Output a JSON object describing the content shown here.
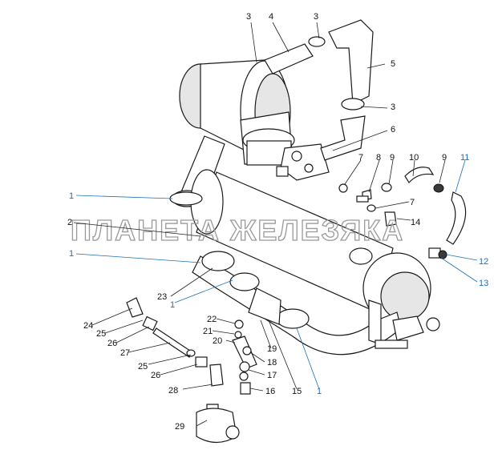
{
  "watermark": "ПЛАНЕТА ЖЕЛЕЗЯКА",
  "colors": {
    "line": "#1a1a1a",
    "callout_blue": "#1e6fb8",
    "watermark": "#9a9a9a"
  },
  "callouts": {
    "c3a": "3",
    "c4": "4",
    "c3b": "3",
    "c5": "5",
    "c3c": "3",
    "c6": "6",
    "c7a": "7",
    "c8": "8",
    "c9a": "9",
    "c10": "10",
    "c9b": "9",
    "c11": "11",
    "c7b": "7",
    "c14": "14",
    "c12": "12",
    "c13": "13",
    "c1a": "1",
    "c2": "2",
    "c1b": "1",
    "c23": "23",
    "c1c": "1",
    "c22": "22",
    "c21": "21",
    "c20": "20",
    "c18": "18",
    "c19": "19",
    "c17": "17",
    "c16": "16",
    "c15": "15",
    "c1d": "1",
    "c24": "24",
    "c25a": "25",
    "c26a": "26",
    "c27": "27",
    "c25b": "25",
    "c26b": "26",
    "c28": "28",
    "c29": "29"
  }
}
